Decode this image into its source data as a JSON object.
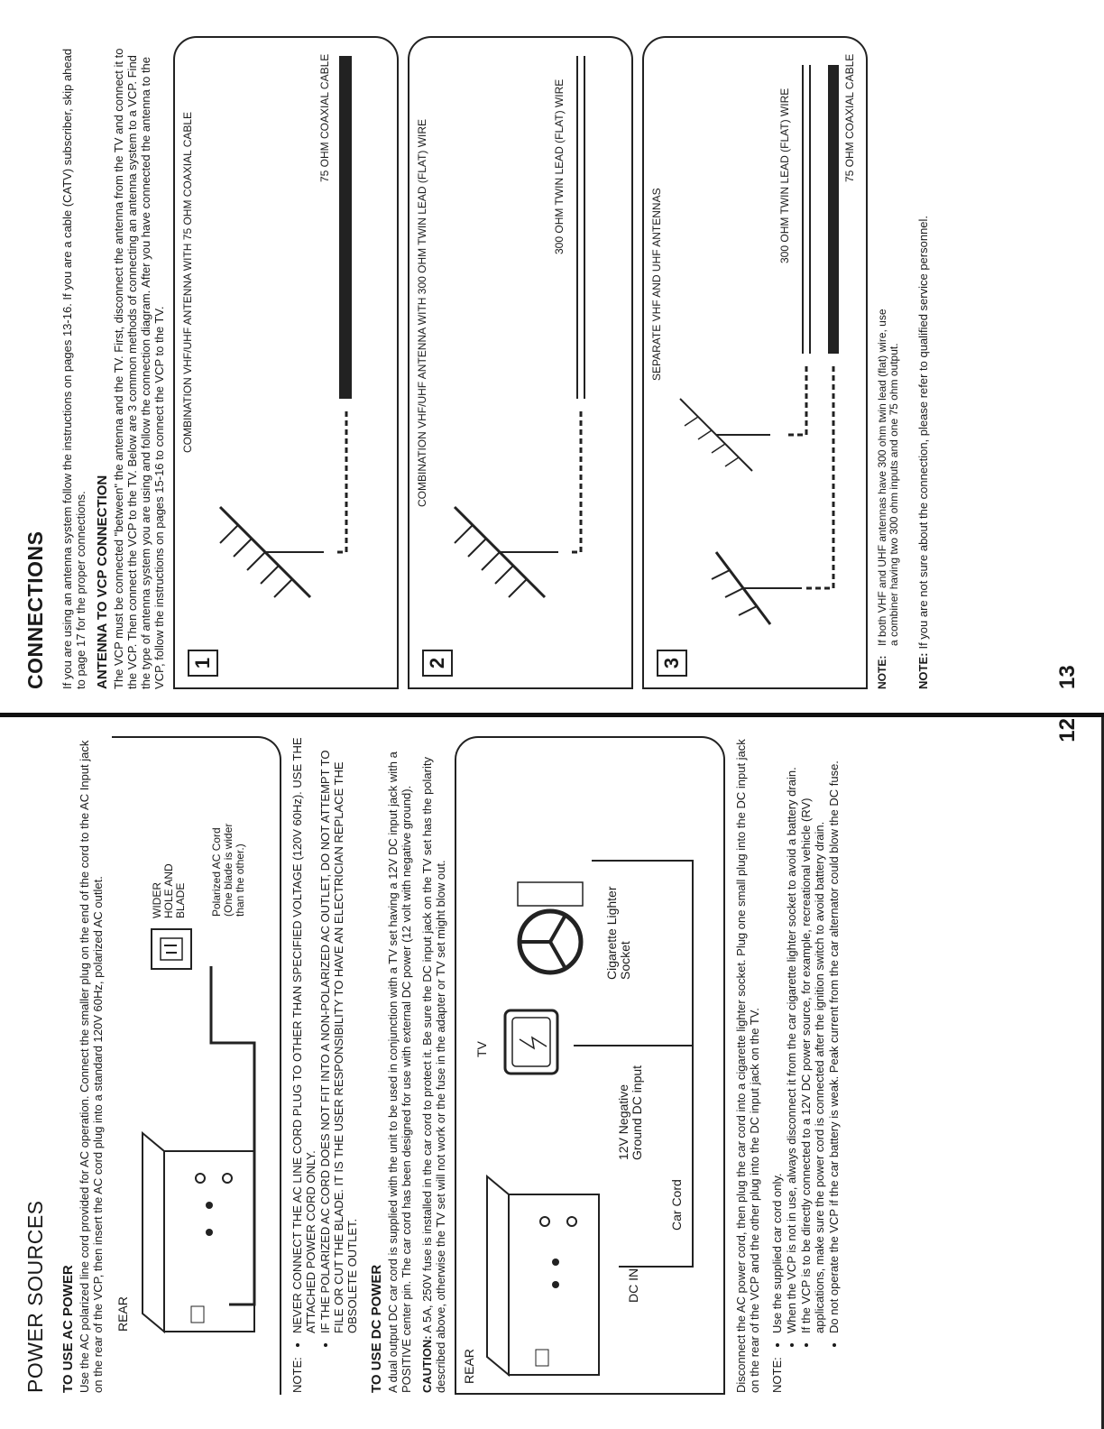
{
  "power_sources": {
    "title": "POWER SOURCES",
    "ac": {
      "heading": "TO USE AC POWER",
      "body": "Use the AC polarized line cord provided for AC operation. Connect the smaller plug on the end of the cord to the AC Input jack on the rear of the VCP, then insert the AC cord plug into a standard 120V 60Hz, polarized AC outlet.",
      "diagram_rear": "REAR",
      "wider_hole": "WIDER HOLE AND BLADE",
      "polarized_cord": "Polarized AC Cord (One blade is wider than the other.)"
    },
    "note1_label": "NOTE:",
    "note1_items": [
      "NEVER CONNECT THE AC LINE CORD PLUG TO OTHER THAN SPECIFIED VOLTAGE (120V 60Hz). USE THE ATTACHED POWER CORD ONLY.",
      "IF THE POLARIZED AC CORD DOES NOT FIT INTO A NON-POLARIZED AC OUTLET, DO NOT ATTEMPT TO FILE OR CUT THE BLADE. IT IS THE USER RESPONSIBILITY TO HAVE AN ELECTRICIAN REPLACE THE OBSOLETE OUTLET."
    ],
    "dc": {
      "heading": "TO USE DC POWER",
      "body": "A dual output DC car cord is supplied with the unit to be used in conjunction with a TV set having a 12V DC input jack with a POSITIVE center pin. The car cord has been designed for use with external DC power (12 volt with negative ground).",
      "caution_label": "CAUTION:",
      "caution_body": " A 5A, 250V fuse is installed in the car cord to protect it. Be sure the DC input jack on the TV set has the polarity described above, otherwise the TV set will not work or the fuse in the adapter or TV set might blow out.",
      "diagram_rear": "REAR",
      "dc_in": "DC IN",
      "negative_ground": "12V Negative Ground DC input",
      "car_cord": "Car Cord",
      "tv": "TV",
      "cigarette": "Cigarette Lighter Socket",
      "after": "Disconnect the AC power cord, then plug the car cord into a cigarette lighter socket. Plug one small plug into the DC input jack on the rear of the VCP and the other plug into the DC input jack on the TV."
    },
    "note2_label": "NOTE:",
    "note2_items": [
      "Use the supplied car cord only.",
      "When the VCP is not in use, always disconnect it from the car cigarette lighter socket to avoid a battery drain.",
      "If the VCP is to be directly connected to a 12V DC power source, for example, recreational vehicle (RV) applications, make sure the power cord is connected after the ignition switch to avoid battery drain.",
      "Do not operate the VCP if the car battery is weak. Peak current from the car alternator could blow the DC fuse."
    ],
    "page_number": "12"
  },
  "connections": {
    "title": "CONNECTIONS",
    "intro": "If you are using an antenna system follow the instructions on pages 13-16. If you are a cable (CATV) subscriber, skip ahead to page 17 for the proper connections.",
    "heading": "ANTENNA TO VCP CONNECTION",
    "body": "The VCP must be connected \"between\" the antenna and the TV. First, disconnect the antenna from the TV and connect it to the VCP. Then connect the VCP to the TV. Below are 3 common methods of connecting an antenna system to a VCP. Find the type of antenna system you are using and follow the connection diagram. After you have connected the antenna to the VCP, follow the instructions on pages 15-16 to connect the VCP to the TV.",
    "diagrams": [
      {
        "number": "1",
        "caption": "COMBINATION VHF/UHF ANTENNA WITH 75 OHM COAXIAL CABLE",
        "cable": "75 OHM COAXIAL CABLE"
      },
      {
        "number": "2",
        "caption": "COMBINATION VHF/UHF ANTENNA WITH 300 OHM TWIN LEAD (FLAT) WIRE",
        "cable": "300 OHM TWIN LEAD (FLAT) WIRE"
      },
      {
        "number": "3",
        "caption": "SEPARATE VHF AND UHF ANTENNAS",
        "cable_a": "300 OHM TWIN LEAD (FLAT) WIRE",
        "cable_b": "75 OHM COAXIAL CABLE"
      }
    ],
    "note3_label": "NOTE:",
    "note3_body": "If both VHF and UHF antennas have 300 ohm twin lead (flat) wire, use a combiner having two 300 ohm inputs and one 75 ohm output.",
    "final_label": "NOTE:",
    "final_body": "If you are not sure about the connection, please refer to qualified service personnel.",
    "page_number": "13"
  }
}
